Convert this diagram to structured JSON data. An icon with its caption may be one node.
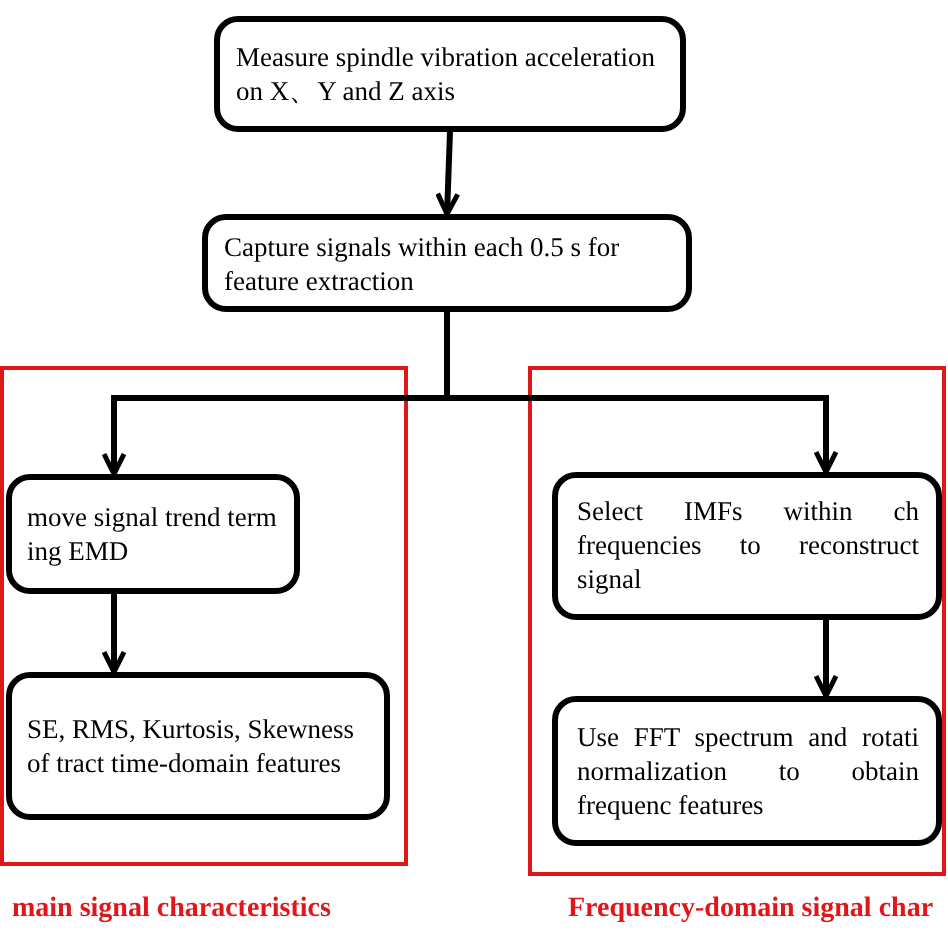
{
  "diagram": {
    "nodes": [
      {
        "text": [
          "Measure spindle vibration acceleration on X、Y and Z axis"
        ]
      },
      {
        "text": [
          "Capture signals within each 0.5 s for feature extraction"
        ]
      },
      {
        "text": [
          "main signal characteristics"
        ]
      },
      {
        "text": [
          "move signal trend term ing EMD"
        ],
        "in": 2
      },
      {
        "text": [
          "SE, RMS, Kurtosis, Skewness of tract time-domain features"
        ],
        "in": 2
      },
      {
        "text": [
          "Frequency-domain signal char"
        ]
      },
      {
        "text": [
          "Select IMFs within ch frequencies to reconstruct signal"
        ],
        "in": 5
      },
      {
        "text": [
          "Use FFT spectrum and rotati normalization to obtain frequenc features"
        ],
        "in": 5
      }
    ],
    "edges": [
      {
        "from": 0,
        "to": 1,
        "arrow": "to"
      },
      {
        "from": 1,
        "to": 3,
        "arrow": "to"
      },
      {
        "from": 1,
        "to": 6,
        "arrow": "to"
      },
      {
        "from": 3,
        "to": 4,
        "arrow": "to"
      },
      {
        "from": 6,
        "to": 7,
        "arrow": "to"
      }
    ]
  }
}
